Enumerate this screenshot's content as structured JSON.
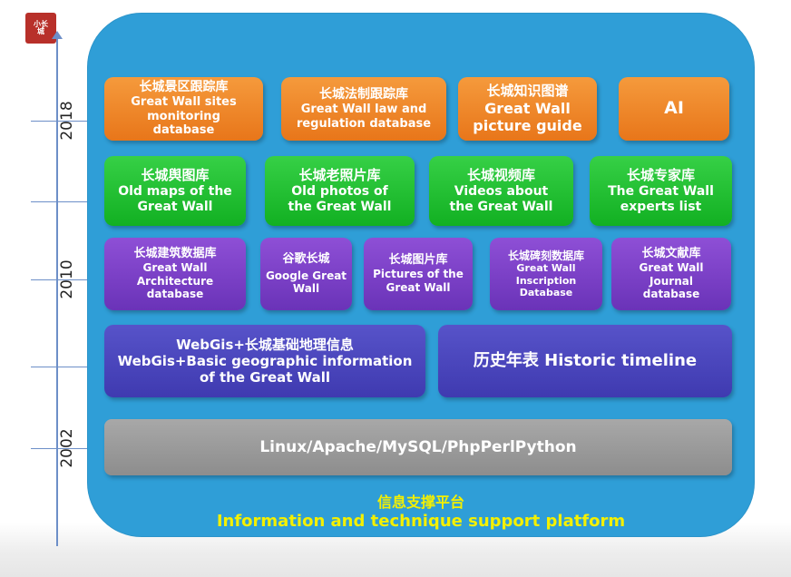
{
  "logo_text": "小长城",
  "timeline": {
    "years": [
      "2018",
      "2010",
      "2002"
    ]
  },
  "rows": {
    "row2018": [
      {
        "zh": "长城景区跟踪库",
        "en": "Great Wall sites monitoring database"
      },
      {
        "zh": "长城法制跟踪库",
        "en": "Great Wall law and regulation database"
      },
      {
        "zh": "长城知识图谱",
        "en": "Great Wall picture guide"
      },
      {
        "zh": "",
        "en": "AI"
      }
    ],
    "row_green": [
      {
        "zh": "长城舆图库",
        "en": "Old maps of the Great Wall"
      },
      {
        "zh": "长城老照片库",
        "en": "Old photos of the Great Wall"
      },
      {
        "zh": "长城视频库",
        "en": "Videos about the Great Wall"
      },
      {
        "zh": "长城专家库",
        "en": "The Great Wall experts list"
      }
    ],
    "row_purple": [
      {
        "zh": "长城建筑数据库",
        "en": "Great Wall Architecture database"
      },
      {
        "zh": "谷歌长城",
        "en": "Google Great Wall"
      },
      {
        "zh": "长城图片库",
        "en": "Pictures of the Great Wall"
      },
      {
        "zh": "长城碑刻数据库",
        "en": "Great Wall Inscription Database"
      },
      {
        "zh": "长城文献库",
        "en": "Great Wall Journal database"
      }
    ],
    "row_blue": [
      {
        "zh": "WebGis+长城基础地理信息",
        "en": "WebGis+Basic geographic information of the Great Wall"
      },
      {
        "zh": "",
        "en": "历史年表 Historic timeline"
      }
    ],
    "row_base": [
      {
        "zh": "",
        "en": "Linux/Apache/MySQL/PhpPerlPython"
      }
    ]
  },
  "footer": {
    "zh": "信息支撑平台",
    "en": "Information and technique support platform"
  }
}
